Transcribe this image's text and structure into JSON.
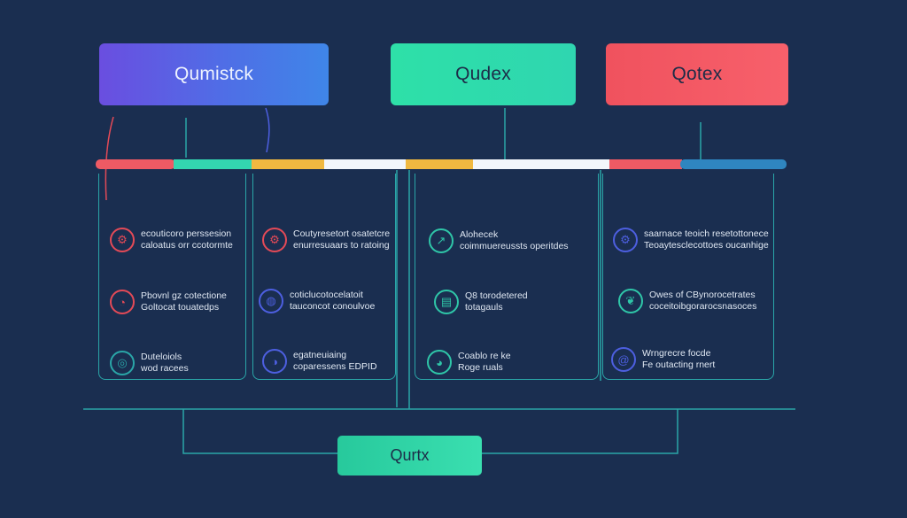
{
  "top_boxes": {
    "a": "Qumistck",
    "b": "Qudex",
    "c": "Qotex"
  },
  "bottom_box": "Qurtx",
  "colors": {
    "background": "#1a2e50",
    "purple": "#6a4ee0",
    "teal": "#2fd6b0",
    "red": "#f0525e",
    "yellow": "#f0b840",
    "blue": "#2f86c0",
    "line": "#2aa6a8"
  },
  "columns": [
    {
      "items": [
        {
          "icon": "gear-icon",
          "color": "#e44a57",
          "line1": "ecouticoro perssesion",
          "line2": "caloatus orr ccotormte"
        },
        {
          "icon": "chart-icon",
          "color": "#e44a57",
          "line1": "Pbovnl gz cotectione",
          "line2": "Goltocat touatedps"
        },
        {
          "icon": "target-icon",
          "color": "#2aa6a8",
          "line1": "Duteloiols",
          "line2": "wod racees"
        }
      ]
    },
    {
      "items": [
        {
          "icon": "gear-icon",
          "color": "#e44a57",
          "line1": "Coutyresetort osatetcre",
          "line2": "enurresuaars to ratoing"
        },
        {
          "icon": "globe-icon",
          "color": "#4d5fe0",
          "line1": "coticlucotocelatoit",
          "line2": "tauconcot conoulvoe"
        },
        {
          "icon": "chart-icon",
          "color": "#4d5fe0",
          "line1": "egatneuiaing",
          "line2": "coparessens EDPID"
        }
      ]
    },
    {
      "items": [
        {
          "icon": "graph-icon",
          "color": "#2fc6a8",
          "line1": "Alohecek",
          "line2": "coimmuereussts operitdes"
        },
        {
          "icon": "document-icon",
          "color": "#2fc6a8",
          "line1": "Q8 torodetered",
          "line2": "totagauls"
        },
        {
          "icon": "chart-icon",
          "color": "#2fc6a8",
          "line1": "Coablo re ke",
          "line2": "Roge ruals"
        }
      ]
    },
    {
      "items": [
        {
          "icon": "gear-icon",
          "color": "#4d5fe0",
          "line1": "saarnace teoich resetottonece",
          "line2": "Teoaytesclecottoes oucanhige"
        },
        {
          "icon": "leaf-icon",
          "color": "#2fc6a8",
          "line1": "Owes of CBynorocetrates",
          "line2": "coceitoibgorarocsnasoces"
        },
        {
          "icon": "spiral-icon",
          "color": "#4d5fe0",
          "line1": "Wrngrecre focde",
          "line2": "Fe outacting rnert"
        }
      ]
    }
  ]
}
